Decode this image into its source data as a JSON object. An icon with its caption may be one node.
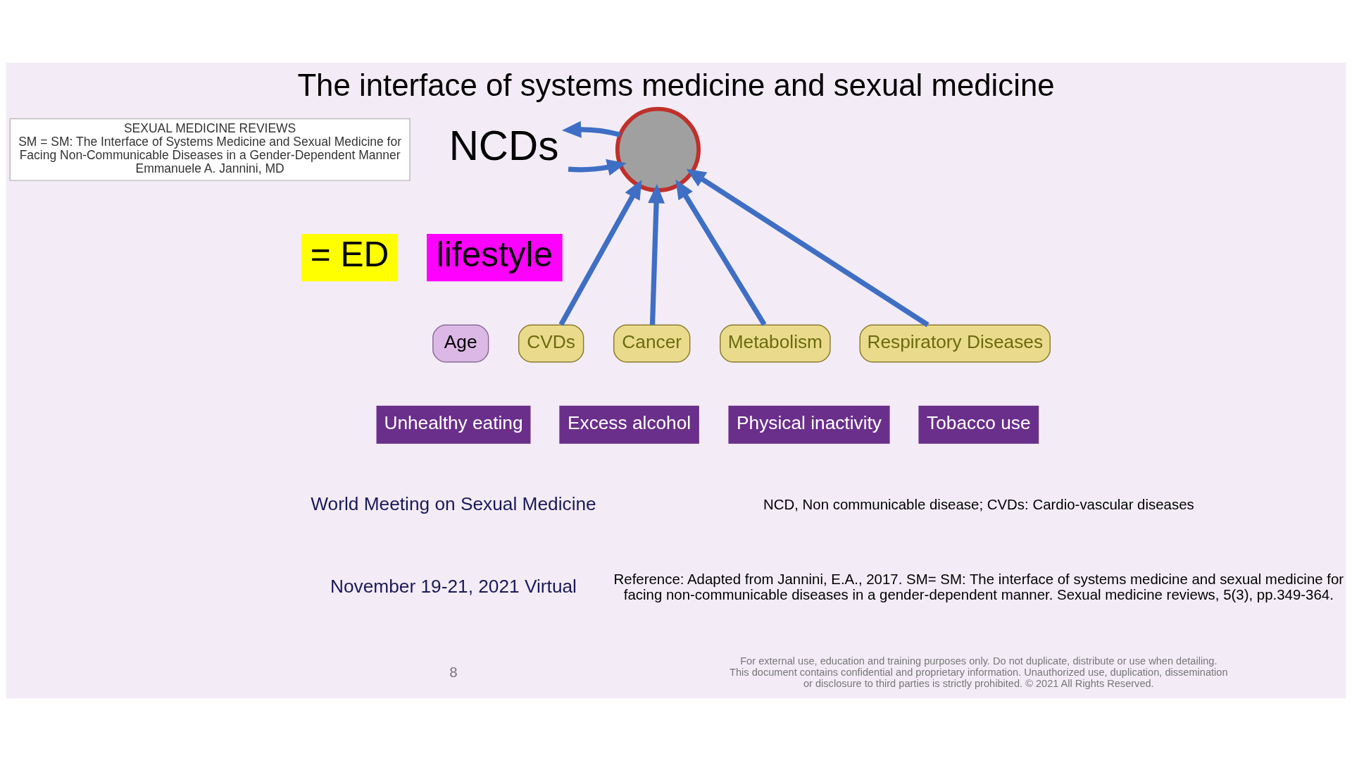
{
  "diagram": {
    "title": "The interface of systems medicine and sexual medicine",
    "nodes": [
      {
        "text": [
          "SEXUAL MEDICINE REVIEWS",
          "SM = SM: The Interface of Systems Medicine and Sexual Medicine for Facing Non-Communicable Diseases in a Gender-Dependent Manner",
          "Emmanuele A. Jannini, MD"
        ]
      },
      {
        "text": [
          "NCDs"
        ]
      },
      {
        "text": [],
        "shape": "circle"
      },
      {
        "text": [
          "= ED"
        ]
      },
      {
        "text": [
          "lifestyle"
        ]
      },
      {
        "text": [
          "Age"
        ]
      },
      {
        "text": [
          "CVDs"
        ]
      },
      {
        "text": [
          "Cancer"
        ]
      },
      {
        "text": [
          "Metabolism"
        ]
      },
      {
        "text": [
          "Respiratory Diseases"
        ]
      }
    ],
    "edges": [
      {
        "from": 1,
        "to": 2,
        "arrow": "to"
      },
      {
        "from": 2,
        "to": 1,
        "arrow": "to"
      },
      {
        "from": 6,
        "to": 2,
        "arrow": "to"
      },
      {
        "from": 7,
        "to": 2,
        "arrow": "to"
      },
      {
        "from": 8,
        "to": 2,
        "arrow": "to"
      },
      {
        "from": 9,
        "to": 2,
        "arrow": "to"
      }
    ],
    "labels": [
      "Unhealthy eating",
      "Excess alcohol",
      "Physical inactivity",
      "Tobacco use",
      "NCD, Non communicable disease; CVDs: Cardio-vascular diseases",
      "Reference: Adapted from Jannini, E.A., 2017. SM= SM: The interface of systems medicine and sexual medicine for facing non-communicable diseases in a gender-dependent manner. Sexual medicine reviews, 5(3), pp.349-364.",
      "For external use, education and training purposes only. Do not duplicate, distribute or use when detailing. This document contains confidential and proprietary information. Unauthorized use, duplication, dissemination or disclosure to third parties is strictly prohibited. © 2021 All Rights Reserved.",
      "World Meeting on Sexual Medicine",
      "November 19-21, 2021 Virtual",
      "8"
    ]
  }
}
